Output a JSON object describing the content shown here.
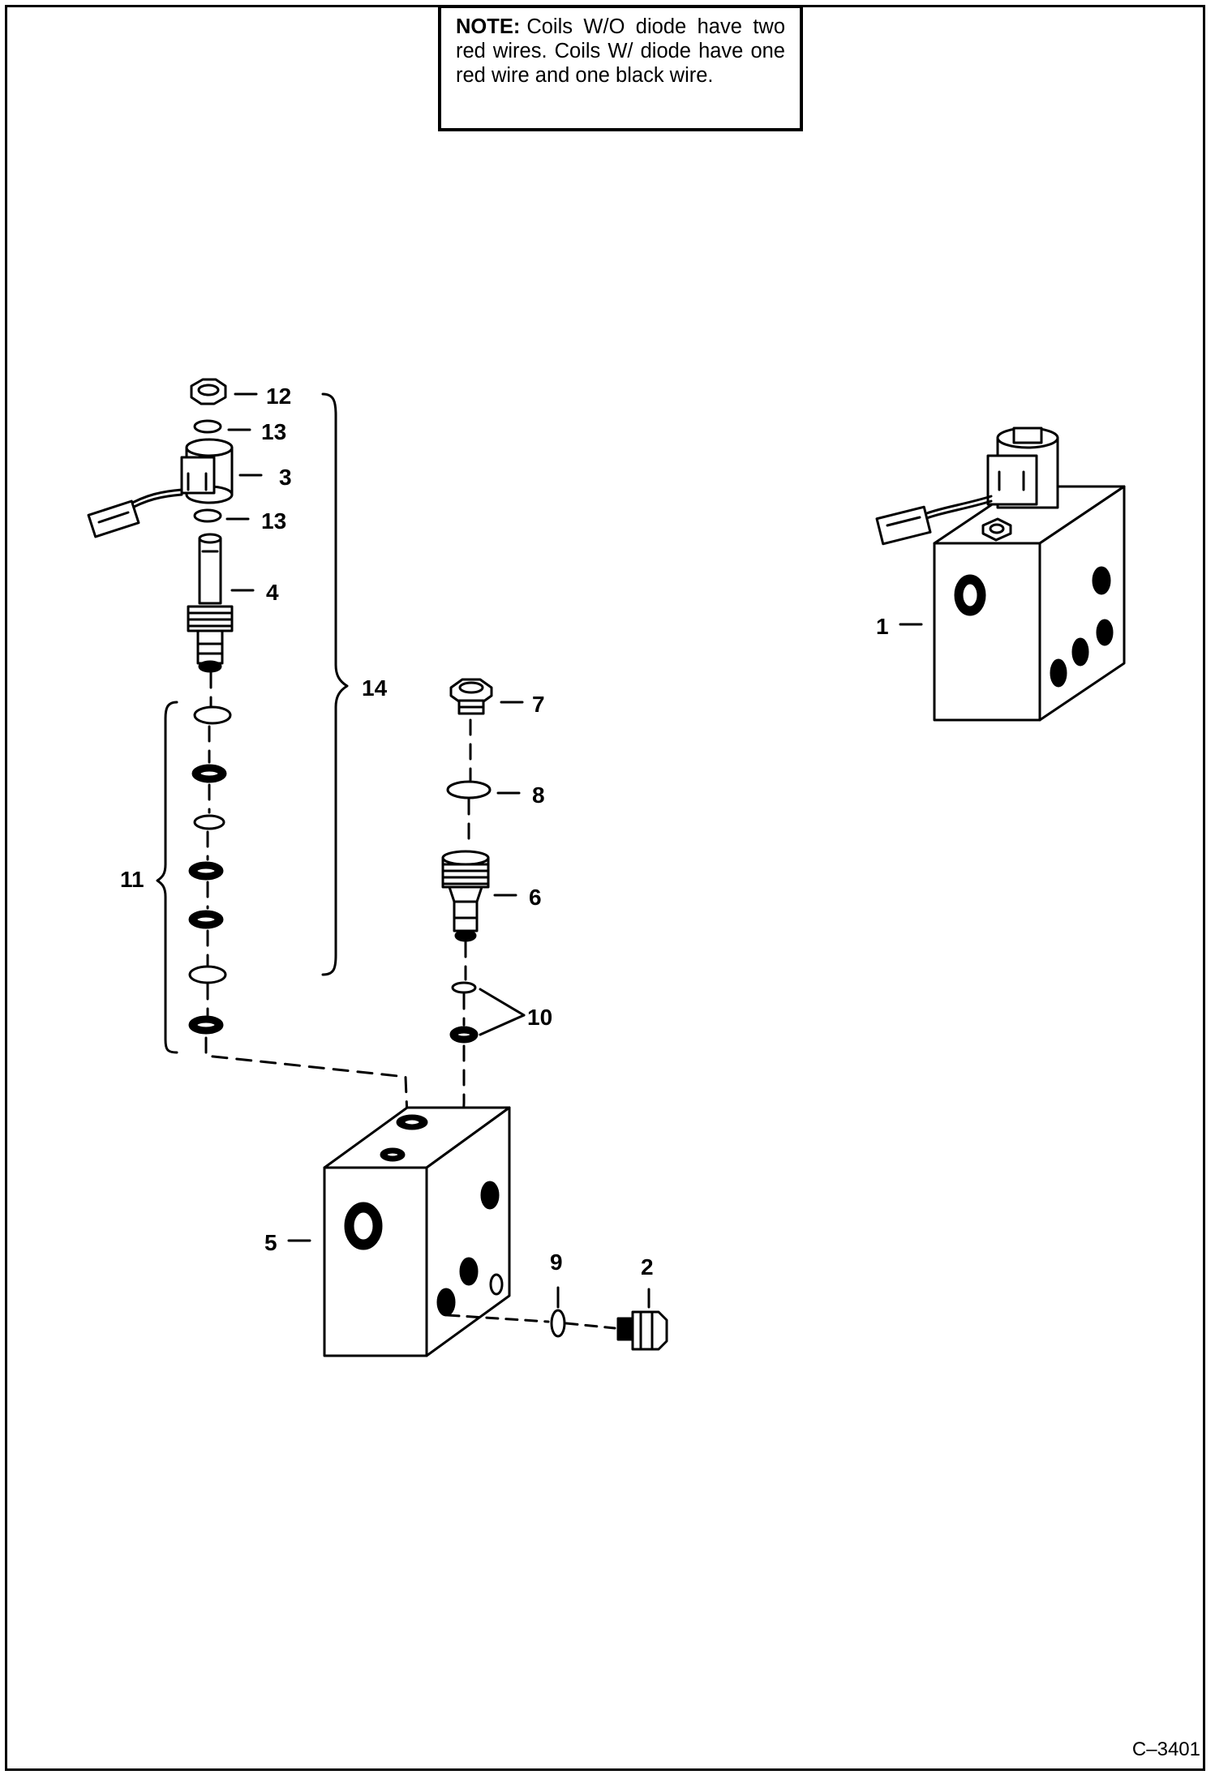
{
  "note": {
    "label": "NOTE:",
    "text": "Coils W/O diode have two red wires. Coils W/ diode have one red wire and one black wire."
  },
  "callouts": {
    "c1": "1",
    "c2": "2",
    "c3": "3",
    "c4": "4",
    "c5": "5",
    "c6": "6",
    "c7": "7",
    "c8": "8",
    "c9": "9",
    "c10": "10",
    "c11": "11",
    "c12": "12",
    "c13a": "13",
    "c13b": "13",
    "c14": "14"
  },
  "drawing_id": "C–3401"
}
